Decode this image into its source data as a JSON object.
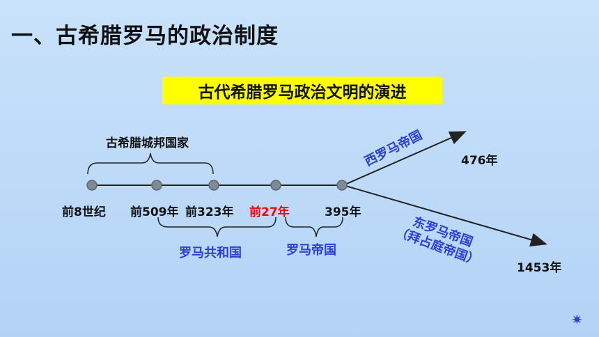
{
  "title": "一、古希腊罗马的政治制度",
  "subtitle": "古代希腊罗马政治文明的演进",
  "timeline": {
    "brace_top_label": "古希腊城邦国家",
    "points": [
      "前8世纪",
      "前509年",
      "前323年",
      "前27年",
      "395年"
    ],
    "brace_republic_label": "罗马共和国",
    "brace_empire_label": "罗马帝国",
    "west_branch": {
      "label": "西罗马帝国",
      "end_year": "476年"
    },
    "east_branch": {
      "label_line1": "东罗马帝国",
      "label_line2": "（拜占庭帝国）",
      "end_year": "1453年"
    }
  },
  "colors": {
    "highlight": "#ff0000",
    "accent_text": "#2b3fd6",
    "subtitle_bg": "#ffff00"
  },
  "decor_icon": "star-burst-icon"
}
